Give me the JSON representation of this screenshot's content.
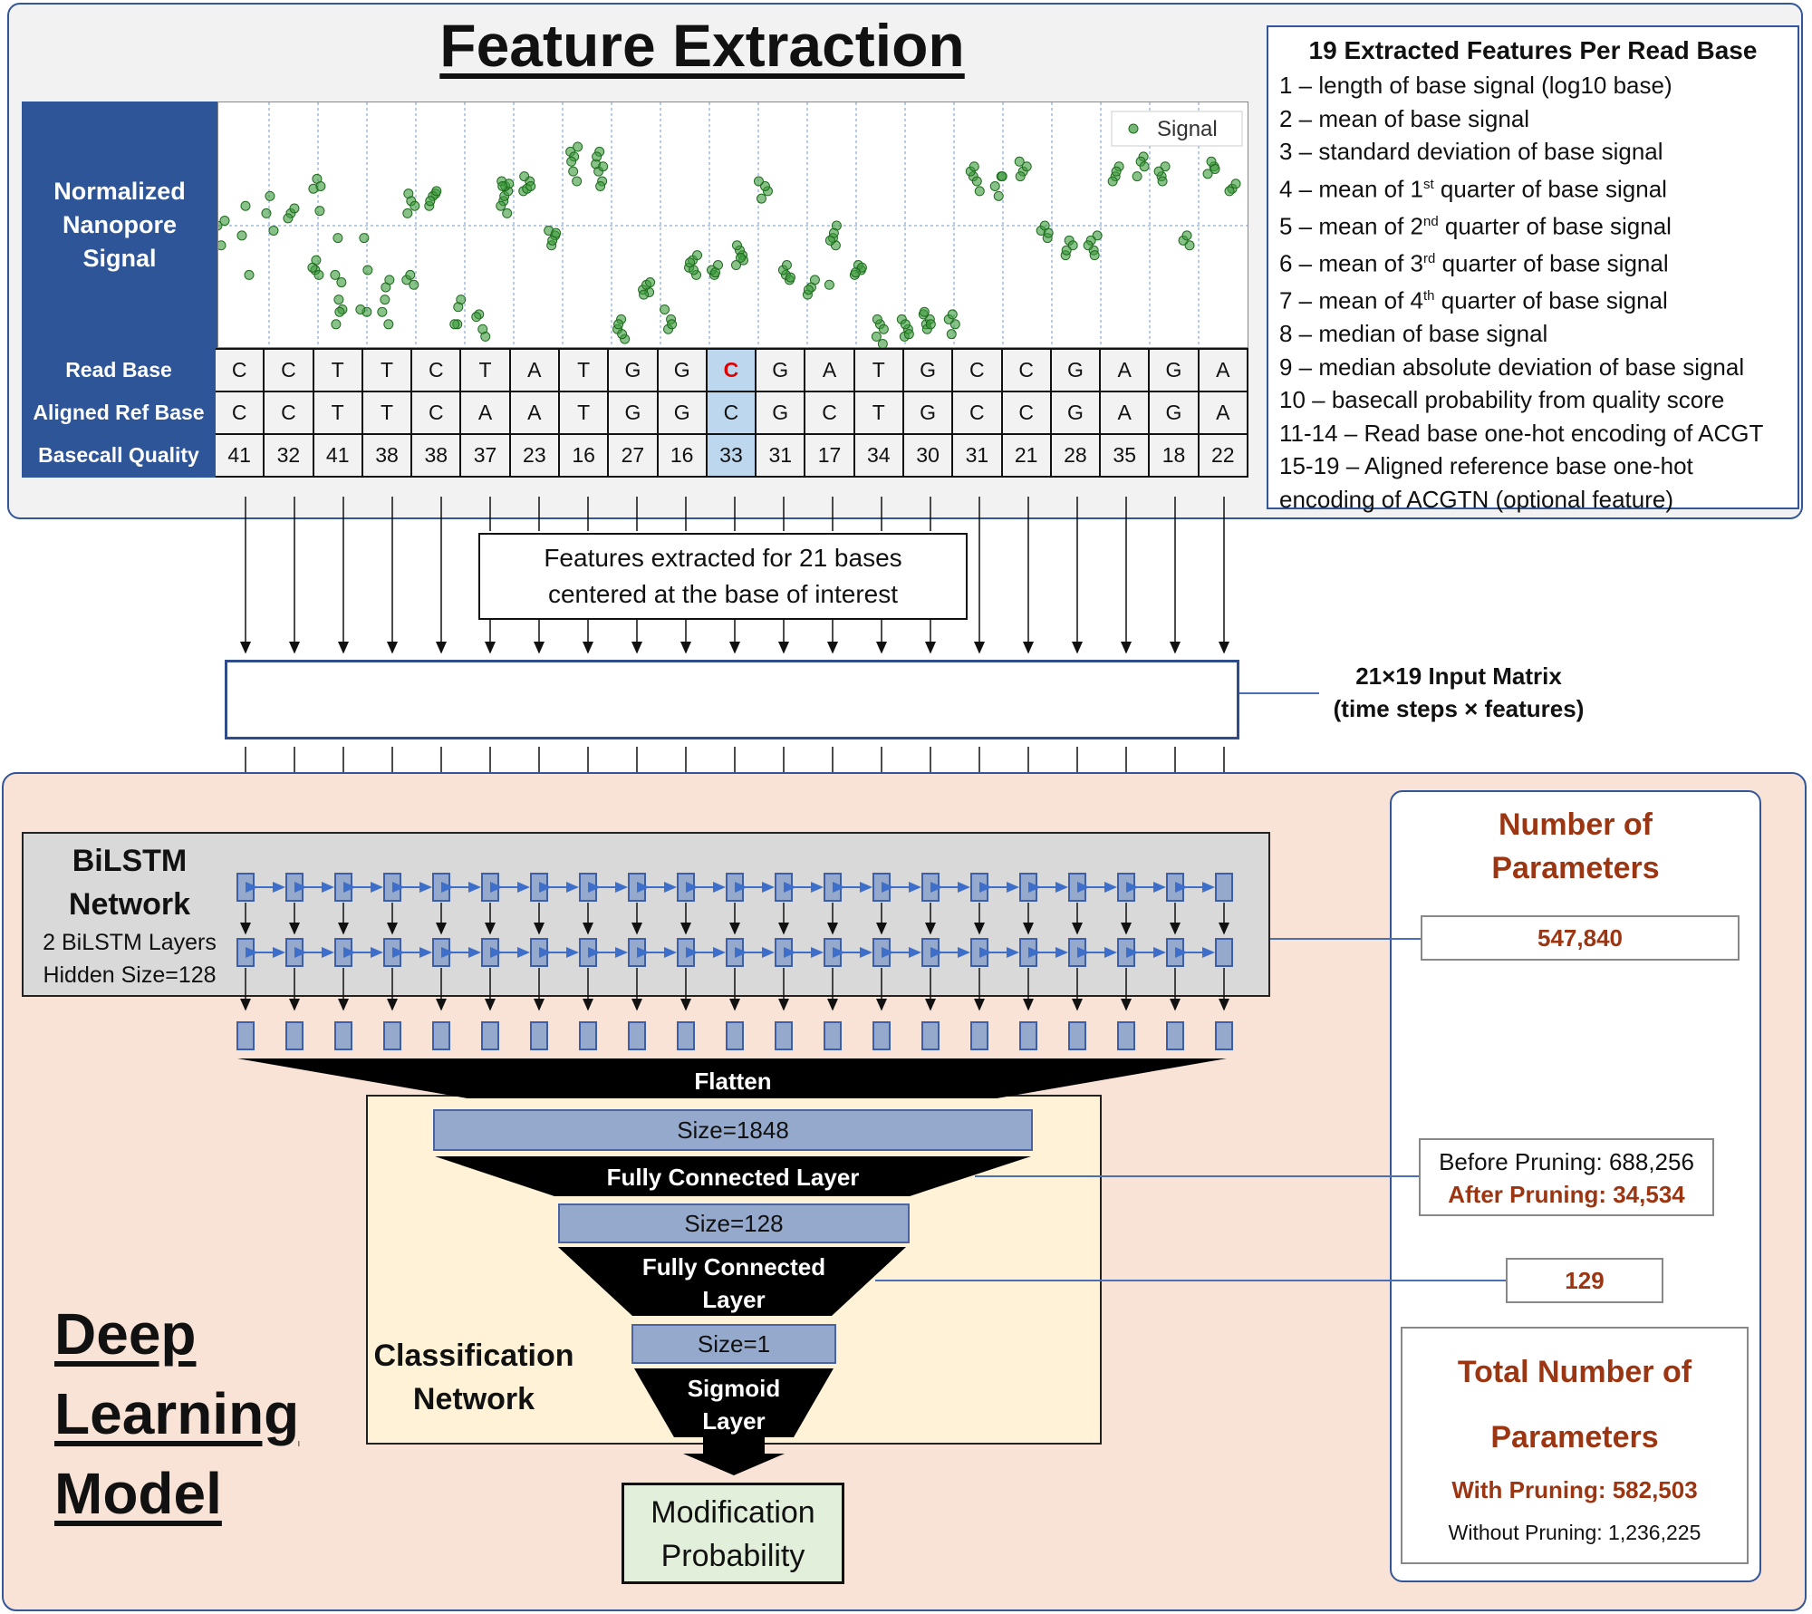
{
  "feature_extraction": {
    "title": "Feature Extraction",
    "signal_label_lines": [
      "Normalized",
      "Nanopore",
      "Signal"
    ],
    "legend_label": "Signal",
    "row_labels": {
      "read": "Read Base",
      "ref": "Aligned Ref Base",
      "qual": "Basecall Quality"
    },
    "read_bases": [
      "C",
      "C",
      "T",
      "T",
      "C",
      "T",
      "A",
      "T",
      "G",
      "G",
      "C",
      "G",
      "A",
      "T",
      "G",
      "C",
      "C",
      "G",
      "A",
      "G",
      "A"
    ],
    "ref_bases": [
      "C",
      "C",
      "T",
      "T",
      "C",
      "A",
      "A",
      "T",
      "G",
      "G",
      "C",
      "G",
      "C",
      "T",
      "G",
      "C",
      "C",
      "G",
      "A",
      "G",
      "A"
    ],
    "qualities": [
      "41",
      "32",
      "41",
      "38",
      "38",
      "37",
      "23",
      "16",
      "27",
      "16",
      "33",
      "31",
      "17",
      "34",
      "30",
      "31",
      "21",
      "28",
      "35",
      "18",
      "22"
    ],
    "center_index": 10,
    "signal_points": [
      [
        0,
        0.5
      ],
      [
        0,
        0.42
      ],
      [
        0,
        0.52
      ],
      [
        1,
        0.46
      ],
      [
        1,
        0.58
      ],
      [
        1,
        0.3
      ],
      [
        2,
        0.55
      ],
      [
        2,
        0.62
      ],
      [
        2,
        0.48
      ],
      [
        3,
        0.55
      ],
      [
        3,
        0.57
      ],
      [
        3,
        0.53
      ],
      [
        4,
        0.32
      ],
      [
        4,
        0.3
      ],
      [
        4,
        0.33
      ],
      [
        4,
        0.36
      ],
      [
        4,
        0.56
      ],
      [
        4,
        0.65
      ],
      [
        4,
        0.69
      ],
      [
        4,
        0.66
      ],
      [
        5,
        0.45
      ],
      [
        5,
        0.27
      ],
      [
        5,
        0.3
      ],
      [
        5,
        0.2
      ],
      [
        5,
        0.16
      ],
      [
        5,
        0.1
      ],
      [
        5,
        0.15
      ],
      [
        6,
        0.15
      ],
      [
        6,
        0.16
      ],
      [
        6,
        0.45
      ],
      [
        6,
        0.32
      ],
      [
        7,
        0.2
      ],
      [
        7,
        0.1
      ],
      [
        7,
        0.15
      ],
      [
        7,
        0.25
      ],
      [
        7,
        0.28
      ],
      [
        8,
        0.28
      ],
      [
        8,
        0.3
      ],
      [
        8,
        0.26
      ],
      [
        8,
        0.55
      ],
      [
        8,
        0.6
      ],
      [
        8,
        0.58
      ],
      [
        8,
        0.63
      ],
      [
        9,
        0.63
      ],
      [
        9,
        0.58
      ],
      [
        9,
        0.62
      ],
      [
        9,
        0.64
      ],
      [
        9,
        0.6
      ],
      [
        10,
        0.1
      ],
      [
        10,
        0.2
      ],
      [
        10,
        0.1
      ],
      [
        10,
        0.17
      ],
      [
        11,
        0.05
      ],
      [
        11,
        0.14
      ],
      [
        11,
        0.08
      ],
      [
        11,
        0.13
      ],
      [
        12,
        0.6
      ],
      [
        12,
        0.55
      ],
      [
        12,
        0.58
      ],
      [
        12,
        0.62
      ],
      [
        12,
        0.64
      ],
      [
        12,
        0.68
      ],
      [
        12,
        0.66
      ],
      [
        12,
        0.67
      ],
      [
        12,
        0.66
      ],
      [
        13,
        0.68
      ],
      [
        13,
        0.64
      ],
      [
        13,
        0.65
      ],
      [
        13,
        0.66
      ],
      [
        13,
        0.7
      ],
      [
        14,
        0.42
      ],
      [
        14,
        0.46
      ],
      [
        14,
        0.48
      ],
      [
        14,
        0.44
      ],
      [
        14,
        0.47
      ],
      [
        15,
        0.72
      ],
      [
        15,
        0.68
      ],
      [
        15,
        0.8
      ],
      [
        15,
        0.78
      ],
      [
        15,
        0.82
      ],
      [
        15,
        0.76
      ],
      [
        16,
        0.72
      ],
      [
        16,
        0.68
      ],
      [
        16,
        0.75
      ],
      [
        16,
        0.8
      ],
      [
        16,
        0.74
      ],
      [
        16,
        0.78
      ],
      [
        16,
        0.66
      ],
      [
        17,
        0.08
      ],
      [
        17,
        0.12
      ],
      [
        17,
        0.04
      ],
      [
        17,
        0.1
      ],
      [
        17,
        0.06
      ],
      [
        18,
        0.23
      ],
      [
        18,
        0.24
      ],
      [
        18,
        0.26
      ],
      [
        18,
        0.27
      ],
      [
        18,
        0.22
      ],
      [
        19,
        0.12
      ],
      [
        19,
        0.16
      ],
      [
        19,
        0.08
      ],
      [
        19,
        0.1
      ],
      [
        20,
        0.33
      ],
      [
        20,
        0.36
      ],
      [
        20,
        0.3
      ],
      [
        20,
        0.35
      ],
      [
        20,
        0.32
      ],
      [
        20,
        0.38
      ],
      [
        21,
        0.3
      ],
      [
        21,
        0.34
      ],
      [
        21,
        0.32
      ],
      [
        21,
        0.31
      ],
      [
        22,
        0.38
      ],
      [
        22,
        0.34
      ],
      [
        22,
        0.4
      ],
      [
        22,
        0.36
      ],
      [
        22,
        0.42
      ],
      [
        22,
        0.37
      ],
      [
        23,
        0.64
      ],
      [
        23,
        0.61
      ],
      [
        23,
        0.66
      ],
      [
        23,
        0.68
      ],
      [
        24,
        0.3
      ],
      [
        24,
        0.28
      ],
      [
        24,
        0.32
      ],
      [
        24,
        0.34
      ],
      [
        24,
        0.29
      ],
      [
        25,
        0.22
      ],
      [
        25,
        0.25
      ],
      [
        25,
        0.28
      ],
      [
        25,
        0.24
      ],
      [
        26,
        0.42
      ],
      [
        26,
        0.26
      ],
      [
        26,
        0.45
      ],
      [
        26,
        0.5
      ],
      [
        26,
        0.44
      ],
      [
        26,
        0.47
      ],
      [
        27,
        0.32
      ],
      [
        27,
        0.3
      ],
      [
        27,
        0.34
      ],
      [
        27,
        0.33
      ],
      [
        27,
        0.31
      ],
      [
        28,
        0.02
      ],
      [
        28,
        0.05
      ],
      [
        28,
        0.1
      ],
      [
        28,
        0.08
      ],
      [
        28,
        0.12
      ],
      [
        29,
        0.05
      ],
      [
        29,
        0.08
      ],
      [
        29,
        0.12
      ],
      [
        29,
        0.1
      ],
      [
        29,
        0.06
      ],
      [
        30,
        0.1
      ],
      [
        30,
        0.12
      ],
      [
        30,
        0.14
      ],
      [
        30,
        0.08
      ],
      [
        30,
        0.1
      ],
      [
        30,
        0.15
      ],
      [
        31,
        0.06
      ],
      [
        31,
        0.1
      ],
      [
        31,
        0.12
      ],
      [
        31,
        0.14
      ],
      [
        32,
        0.64
      ],
      [
        32,
        0.7
      ],
      [
        32,
        0.68
      ],
      [
        32,
        0.72
      ],
      [
        32,
        0.74
      ],
      [
        33,
        0.7
      ],
      [
        33,
        0.66
      ],
      [
        33,
        0.62
      ],
      [
        33,
        0.7
      ],
      [
        34,
        0.76
      ],
      [
        34,
        0.72
      ],
      [
        34,
        0.74
      ],
      [
        34,
        0.7
      ],
      [
        35,
        0.45
      ],
      [
        35,
        0.48
      ],
      [
        35,
        0.5
      ],
      [
        35,
        0.47
      ],
      [
        36,
        0.38
      ],
      [
        36,
        0.44
      ],
      [
        36,
        0.42
      ],
      [
        36,
        0.4
      ],
      [
        37,
        0.4
      ],
      [
        37,
        0.46
      ],
      [
        37,
        0.44
      ],
      [
        37,
        0.38
      ],
      [
        37,
        0.42
      ],
      [
        38,
        0.7
      ],
      [
        38,
        0.74
      ],
      [
        38,
        0.68
      ],
      [
        38,
        0.72
      ],
      [
        39,
        0.78
      ],
      [
        39,
        0.7
      ],
      [
        39,
        0.76
      ],
      [
        39,
        0.74
      ],
      [
        40,
        0.7
      ],
      [
        40,
        0.74
      ],
      [
        40,
        0.72
      ],
      [
        40,
        0.68
      ],
      [
        41,
        0.42
      ],
      [
        41,
        0.44
      ],
      [
        41,
        0.46
      ],
      [
        42,
        0.74
      ],
      [
        42,
        0.71
      ],
      [
        42,
        0.76
      ],
      [
        42,
        0.73
      ],
      [
        43,
        0.65
      ],
      [
        43,
        0.67
      ],
      [
        43,
        0.64
      ]
    ],
    "features_box": {
      "title": "19 Extracted Features Per Read Base",
      "items": [
        {
          "text": "1 – length of base signal (log10 base)"
        },
        {
          "text": "2 – mean of base signal"
        },
        {
          "text": "3 – standard deviation of base signal"
        },
        {
          "pre": "4 – mean of 1",
          "sup": "st",
          "post": " quarter of base signal"
        },
        {
          "pre": "5 – mean of 2",
          "sup": "nd",
          "post": " quarter of base signal"
        },
        {
          "pre": "6 – mean of 3",
          "sup": "rd",
          "post": " quarter of base signal"
        },
        {
          "pre": "7 – mean of 4",
          "sup": "th",
          "post": " quarter of base signal"
        },
        {
          "text": "8 – median of base signal"
        },
        {
          "text": "9 – median absolute deviation of base signal"
        },
        {
          "text": "10 – basecall probability from quality score"
        },
        {
          "text": "11-14 – Read base one-hot encoding of ACGT"
        },
        {
          "text": "15-19 – Aligned reference base one-hot"
        },
        {
          "text": "encoding of ACGTN (optional feature)"
        }
      ]
    },
    "center_note_lines": [
      "Features extracted for 21 bases",
      "centered at the base of interest"
    ],
    "input_matrix_lines": [
      "21×19 Input  Matrix",
      "(time steps × features)"
    ]
  },
  "deep_learning": {
    "title_lines": [
      "Deep",
      "Learning",
      "Model"
    ],
    "bilstm_title_lines": [
      "BiLSTM",
      "Network"
    ],
    "bilstm_sub_lines": [
      "2 BiLSTM Layers",
      "Hidden Size=128"
    ],
    "flatten_label": "Flatten",
    "size_1848": "Size=1848",
    "fc1_label": "Fully Connected Layer",
    "size_128": "Size=128",
    "fc2_lines": [
      "Fully Connected",
      "Layer"
    ],
    "size_1": "Size=1",
    "sigmoid_lines": [
      "Sigmoid",
      "Layer"
    ],
    "classification_lines": [
      "Classification",
      "Network"
    ],
    "output_lines": [
      "Modification",
      "Probability"
    ]
  },
  "parameters": {
    "title_lines": [
      "Number of",
      "Parameters"
    ],
    "bilstm_params": "547,840",
    "fc1_before": "Before Pruning: 688,256",
    "fc1_after": "After Pruning: 34,534",
    "fc2_params": "129",
    "total_title_lines": [
      "Total Number of",
      "Parameters"
    ],
    "with_pruning": "With Pruning: 582,503",
    "without_pruning": "Without Pruning: 1,236,225"
  },
  "colors": {
    "label_blue": "#2e5597",
    "highlight_cell": "#bdd7ee",
    "center_red": "#e00000",
    "signal_green": "#3a9a3a",
    "param_red": "#9c3512",
    "lstm_cell": "#95a9cc"
  }
}
